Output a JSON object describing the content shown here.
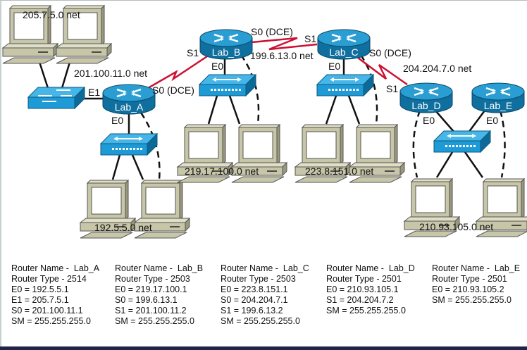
{
  "networks": {
    "net_205": "205.7.5.0 net",
    "net_201": "201.100.11.0 net",
    "net_199": "199.6.13.0 net",
    "net_204": "204.204.7.0 net",
    "net_192": "192.5.5.0 net",
    "net_219": "219.17.100.0 net",
    "net_223": "223.8.151.0 net",
    "net_210": "210.93.105.0 net"
  },
  "routers": {
    "a": "Lab_A",
    "b": "Lab_B",
    "c": "Lab_C",
    "d": "Lab_D",
    "e": "Lab_E"
  },
  "interfaces": {
    "a_e1": "E1",
    "a_e0": "E0",
    "a_s0": "S0 (DCE)",
    "b_s1": "S1",
    "b_e0": "E0",
    "b_s0": "S0 (DCE)",
    "c_s1": "S1",
    "c_e0": "E0",
    "c_s0": "S0 (DCE)",
    "d_s1": "S1",
    "d_e0": "E0",
    "e_e0": "E0"
  },
  "colors": {
    "router": "#1e8fc0",
    "serial_link": "#cc1133",
    "switch": "#1e9bd6",
    "pc": "#c8c6a8"
  },
  "config": [
    {
      "name": "Router Name -  Lab_A",
      "lines": [
        "Router Type - 2514",
        "E0 = 192.5.5.1",
        "E1 = 205.7.5.1",
        "S0 = 201.100.11.1",
        "SM = 255.255.255.0"
      ]
    },
    {
      "name": "Router Name -  Lab_B",
      "lines": [
        "Router Type - 2503",
        "E0 = 219.17.100.1",
        "S0 = 199.6.13.1",
        "S1 = 201.100.11.2",
        "SM = 255.255.255.0"
      ]
    },
    {
      "name": "Router Name -  Lab_C",
      "lines": [
        "Router Type - 2503",
        "E0 = 223.8.151.1",
        "S0 = 204.204.7.1",
        "S1 = 199.6.13.2",
        "SM = 255.255.255.0"
      ]
    },
    {
      "name": "Router Name -  Lab_D",
      "lines": [
        "Router Type - 2501",
        "E0 = 210.93.105.1",
        "S1 = 204.204.7.2",
        "SM = 255.255.255.0"
      ]
    },
    {
      "name": "Router Name -  Lab_E",
      "lines": [
        "Router Type - 2501",
        "E0 = 210.93.105.2",
        "SM = 255.255.255.0"
      ]
    }
  ]
}
